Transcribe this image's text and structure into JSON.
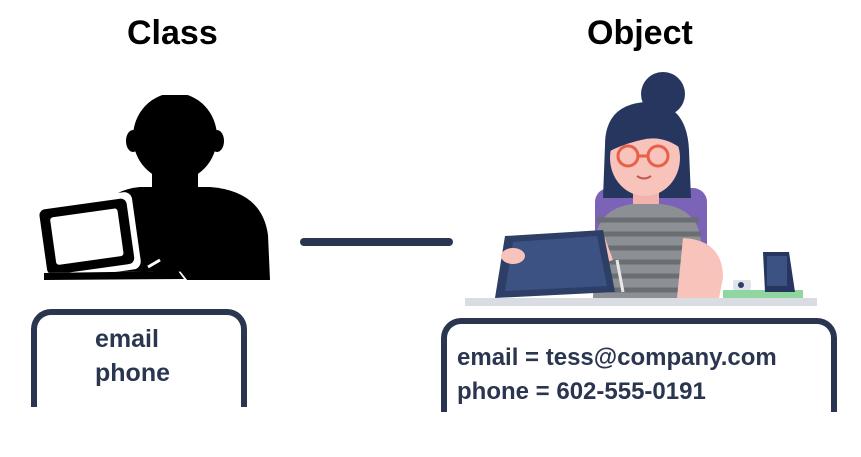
{
  "class_side": {
    "title": "Class",
    "attributes": [
      "email",
      "phone"
    ]
  },
  "object_side": {
    "title": "Object",
    "attributes": [
      "email = tess@company.com",
      "phone = 602-555-0191"
    ]
  },
  "icons": {
    "class": "person-with-laptop-silhouette-icon",
    "object": "woman-with-tablet-illustration-icon"
  },
  "colors": {
    "box_border": "#2a3550",
    "connector": "#2a3550",
    "silhouette": "#000000"
  }
}
